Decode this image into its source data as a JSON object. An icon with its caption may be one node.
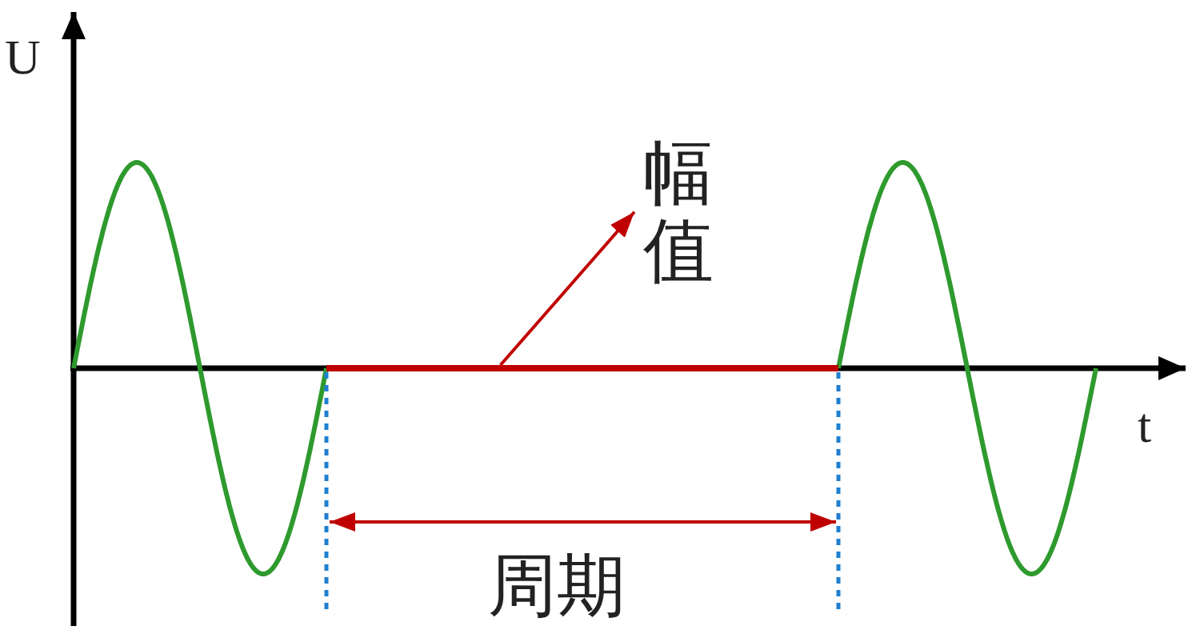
{
  "diagram": {
    "nodes": [
      {
        "text": [
          "幅值"
        ]
      },
      {
        "text": [],
        "shape": "bar"
      }
    ],
    "edges": [
      {
        "from": 1,
        "to": 0,
        "arrow": "to"
      }
    ],
    "labels": [
      "U",
      "t",
      "周期"
    ]
  }
}
